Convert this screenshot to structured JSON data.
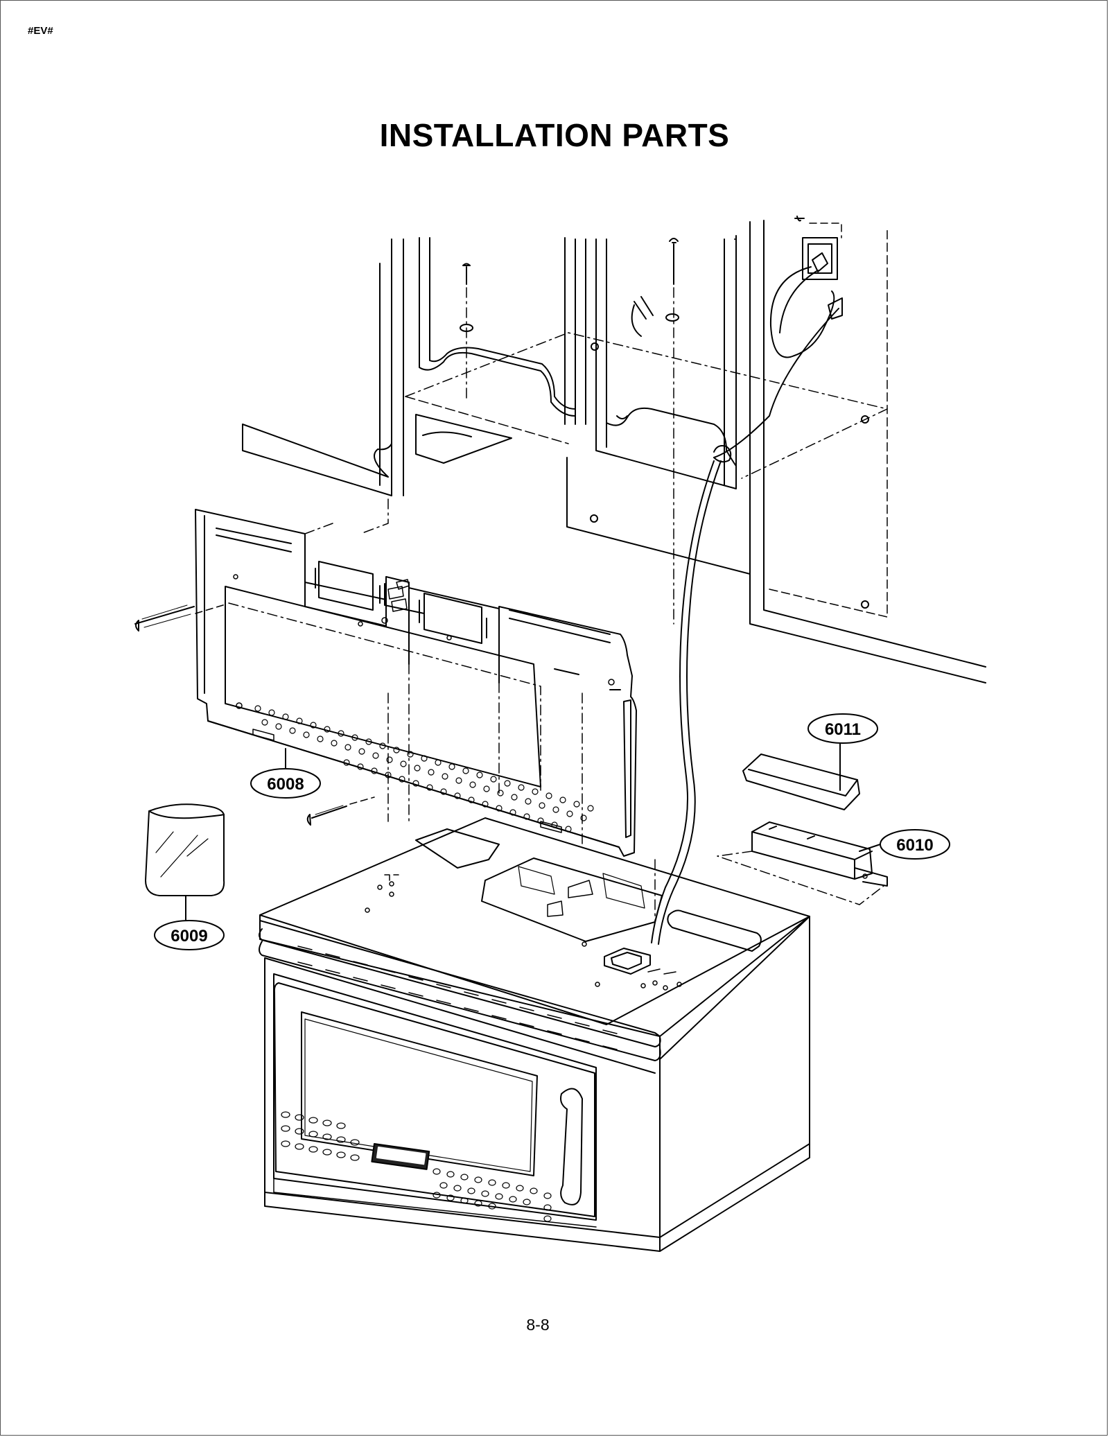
{
  "page_code": "#EV#",
  "title": "INSTALLATION PARTS",
  "page_number": "8-8",
  "callouts": [
    {
      "id": "6008",
      "label": "6008"
    },
    {
      "id": "6009",
      "label": "6009"
    },
    {
      "id": "6010",
      "label": "6010"
    },
    {
      "id": "6011",
      "label": "6011"
    }
  ]
}
